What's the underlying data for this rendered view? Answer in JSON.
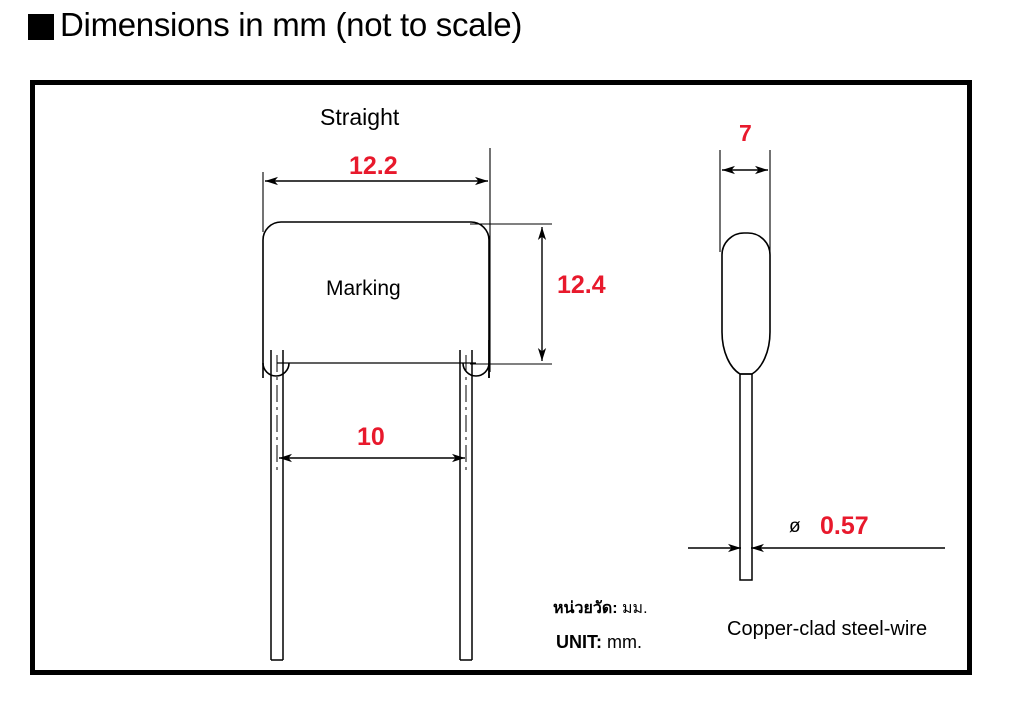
{
  "heading": {
    "bullet_icon": "filled-square-bullet",
    "text": "Dimensions in mm (not to scale)"
  },
  "drawing": {
    "front_view": {
      "title": "Straight",
      "body_label": "Marking",
      "dimensions": {
        "width": "12.2",
        "height": "12.4",
        "lead_spacing": "10"
      }
    },
    "side_view": {
      "dimensions": {
        "thickness": "7",
        "lead_diameter_symbol": "ø",
        "lead_diameter": "0.57"
      },
      "lead_material": "Copper-clad steel-wire"
    },
    "notes": {
      "unit_thai_label": "หน่วยวัด",
      "unit_thai_separator": ":",
      "unit_thai_value": "มม.",
      "unit_en_label": "UNIT:",
      "unit_en_value": "mm."
    }
  },
  "colors": {
    "dimension_red": "#e8192c",
    "line_black": "#000000",
    "background": "#ffffff"
  }
}
